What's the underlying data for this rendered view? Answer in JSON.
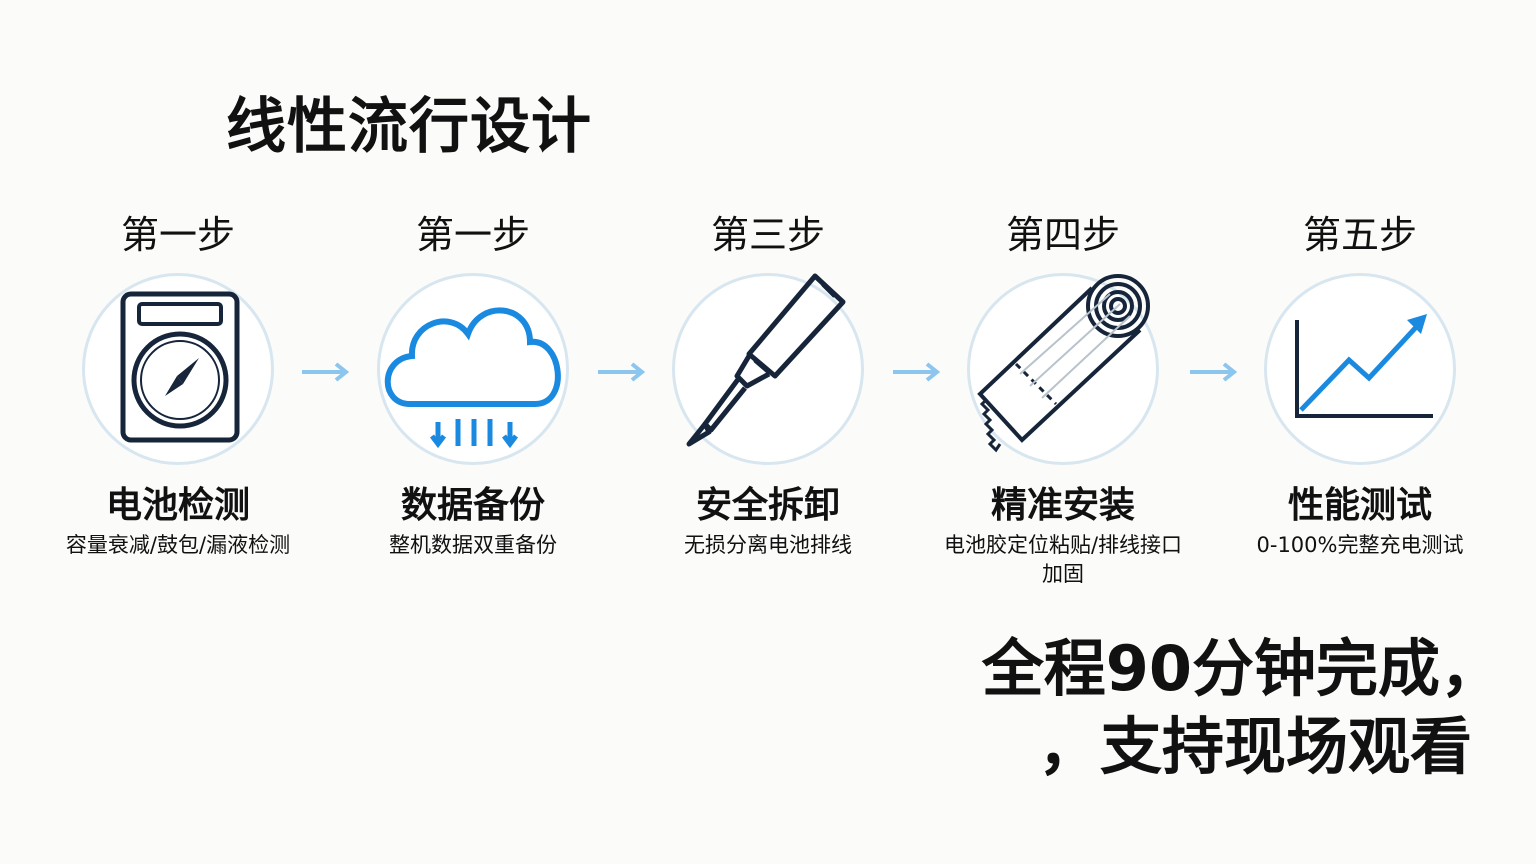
{
  "title": "线性流行设计",
  "steps": [
    {
      "step": "第一步",
      "name": "电池检测",
      "desc": "容量衰减/鼓包/漏液检测",
      "icon": "battery-gauge-icon"
    },
    {
      "step": "第一步",
      "name": "数据备份",
      "desc": "整机数据双重备份",
      "icon": "cloud-download-icon"
    },
    {
      "step": "第三步",
      "name": "安全拆卸",
      "desc": "无损分离电池排线",
      "icon": "pry-tool-icon"
    },
    {
      "step": "第四步",
      "name": "精准安装",
      "desc": "电池胶定位粘贴/排线接口加固",
      "icon": "adhesive-tape-icon"
    },
    {
      "step": "第五步",
      "name": "性能测试",
      "desc": "0-100%完整充电测试",
      "icon": "line-chart-icon"
    }
  ],
  "footer": {
    "line1": "全程90分钟完成，",
    "line2": "，支持现场观看"
  },
  "colors": {
    "accent": "#1a8ae0",
    "dark": "#16253a",
    "circle": "#d7e6ef",
    "arrow": "#8cc6ef"
  }
}
